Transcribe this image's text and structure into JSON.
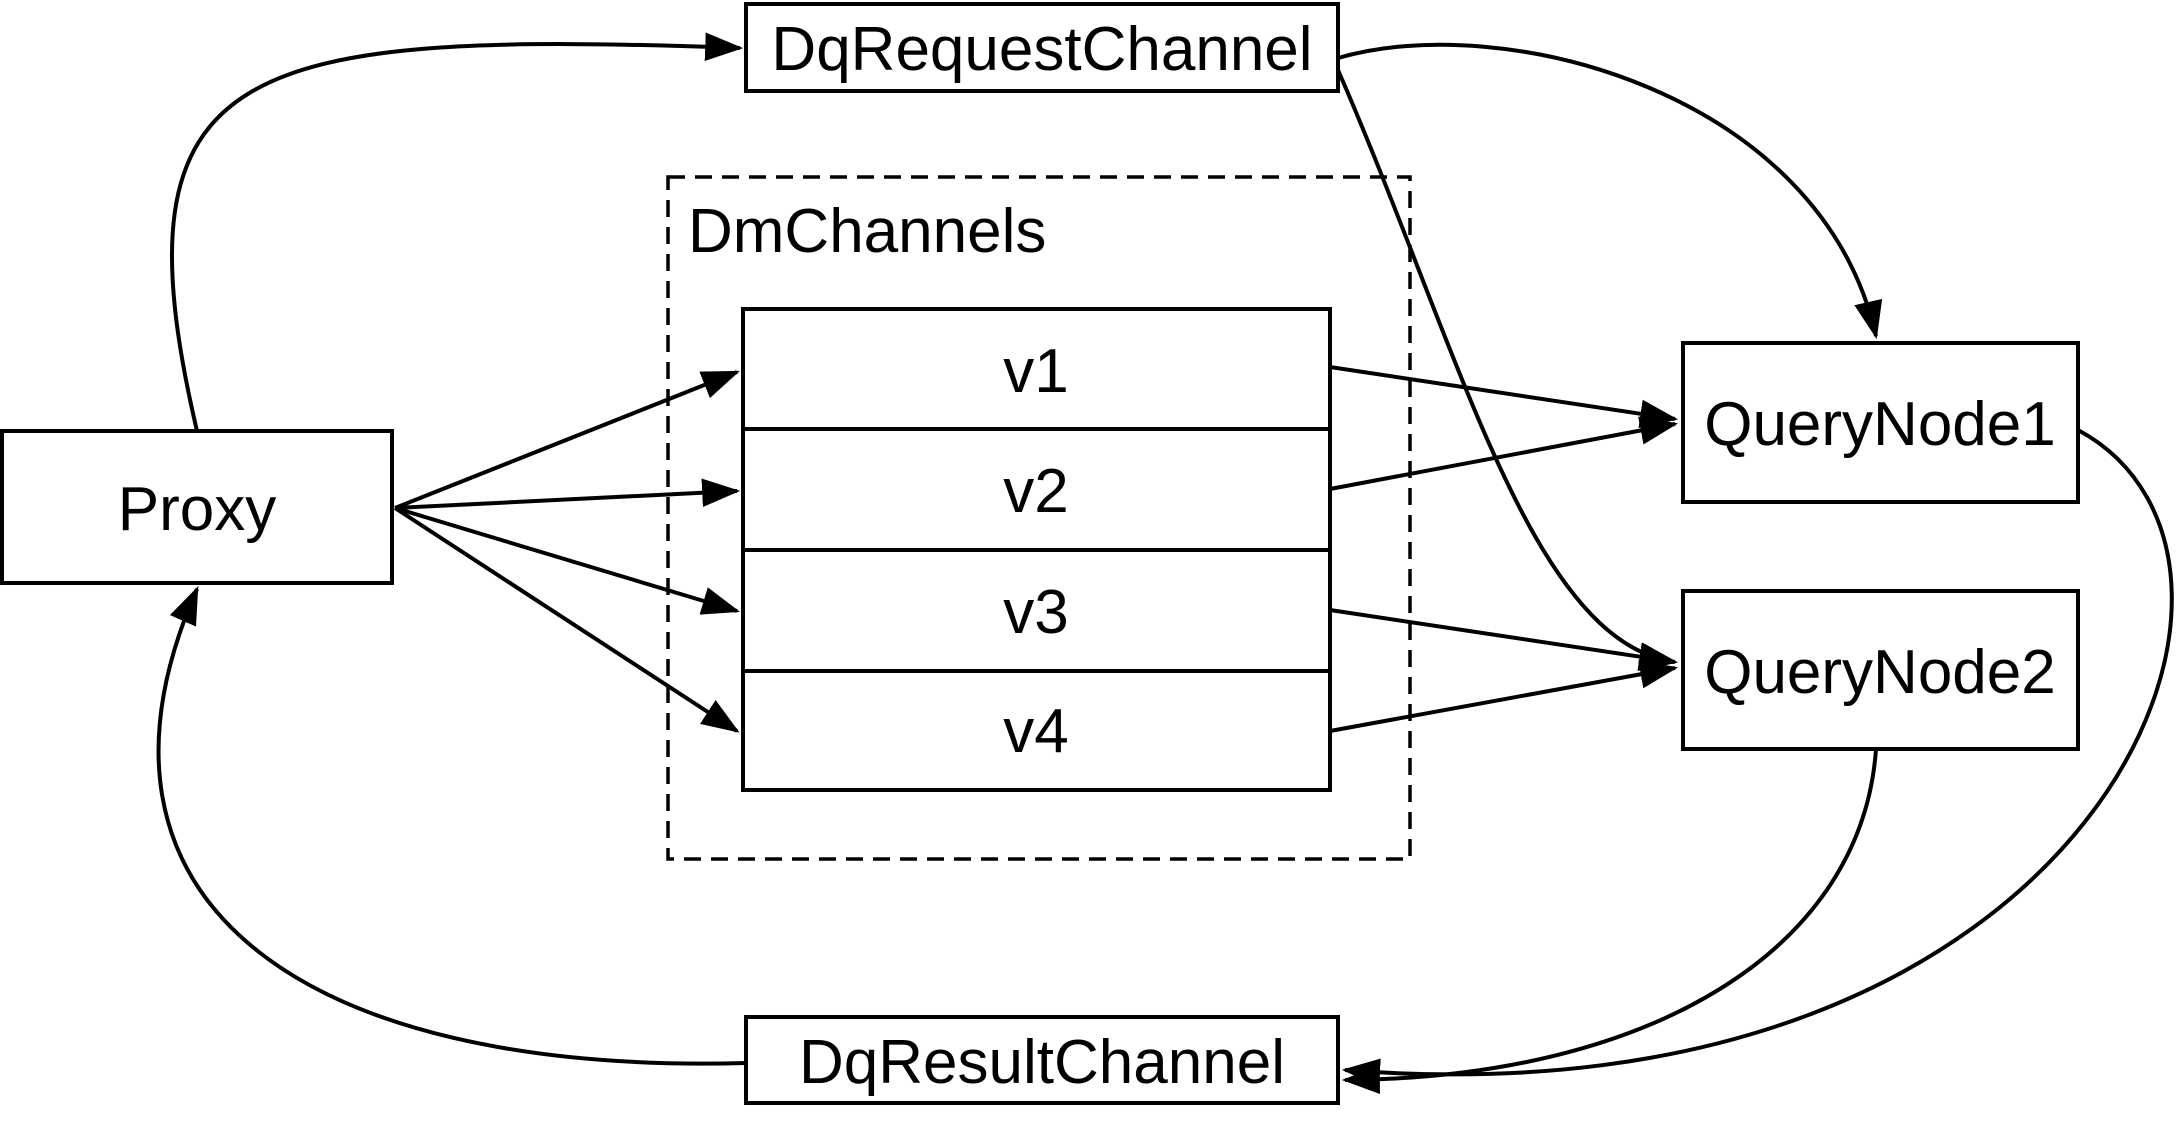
{
  "diagram": {
    "type": "flow-diagram",
    "background": "#ffffff",
    "stroke_color": "#000000",
    "nodes": {
      "proxy": {
        "label": "Proxy"
      },
      "dq_request_channel": {
        "label": "DqRequestChannel"
      },
      "dm_channels_group": {
        "label": "DmChannels"
      },
      "channels": [
        "v1",
        "v2",
        "v3",
        "v4"
      ],
      "query_node1": {
        "label": "QueryNode1"
      },
      "query_node2": {
        "label": "QueryNode2"
      },
      "dq_result_channel": {
        "label": "DqResultChannel"
      }
    },
    "edges": [
      {
        "from": "Proxy",
        "to": "DqRequestChannel"
      },
      {
        "from": "DqRequestChannel",
        "to": "QueryNode1"
      },
      {
        "from": "DqRequestChannel",
        "to": "QueryNode2"
      },
      {
        "from": "Proxy",
        "to": "v1"
      },
      {
        "from": "Proxy",
        "to": "v2"
      },
      {
        "from": "Proxy",
        "to": "v3"
      },
      {
        "from": "Proxy",
        "to": "v4"
      },
      {
        "from": "v1",
        "to": "QueryNode1"
      },
      {
        "from": "v2",
        "to": "QueryNode1"
      },
      {
        "from": "v3",
        "to": "QueryNode2"
      },
      {
        "from": "v4",
        "to": "QueryNode2"
      },
      {
        "from": "QueryNode1",
        "to": "DqResultChannel"
      },
      {
        "from": "QueryNode2",
        "to": "DqResultChannel"
      },
      {
        "from": "DqResultChannel",
        "to": "Proxy"
      }
    ]
  }
}
